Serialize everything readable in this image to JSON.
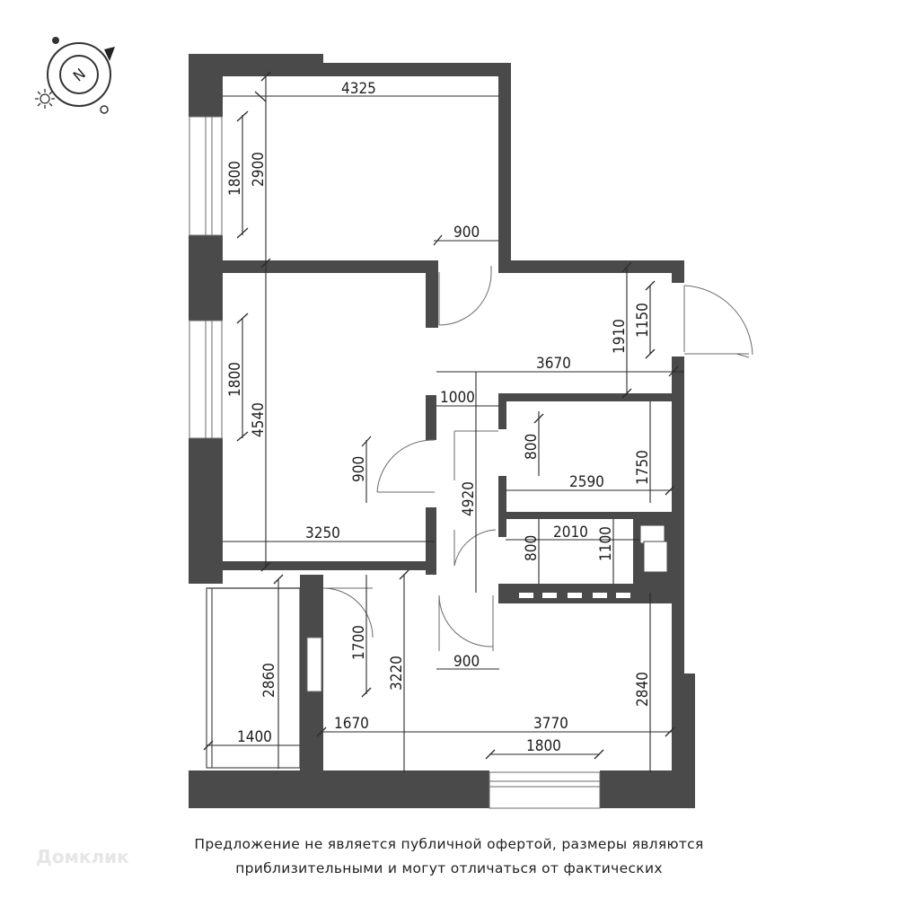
{
  "compass": {
    "label": "N",
    "icon": "compass-icon"
  },
  "dimensions": {
    "room1_width": "4325",
    "room1_height": "2900",
    "room1_window": "1800",
    "door_room1": "900",
    "room2_height": "4540",
    "room2_window": "1800",
    "room2_width": "3250",
    "room2_door": "900",
    "hall_width": "3670",
    "hall_height": "1910",
    "entry_door": "1150",
    "corridor_width": "1000",
    "corridor_length": "4920",
    "bath_door": "800",
    "bath_width": "2590",
    "bath_height": "1750",
    "wc_door": "800",
    "wc_width": "2010",
    "wc_height": "1100",
    "balcony_height": "2860",
    "balcony_width": "1400",
    "balcony_door": "1700",
    "kitchen_door": "900",
    "kitchen_depth": "3220",
    "kitchen_left": "1670",
    "kitchen_width": "3770",
    "kitchen_height": "2840",
    "kitchen_window": "1800"
  },
  "disclaimer": {
    "line1": "Предложение не является публичной офертой, размеры являются",
    "line2": "приблизительными и могут отличаться от фактических"
  },
  "watermark": "Домклик"
}
